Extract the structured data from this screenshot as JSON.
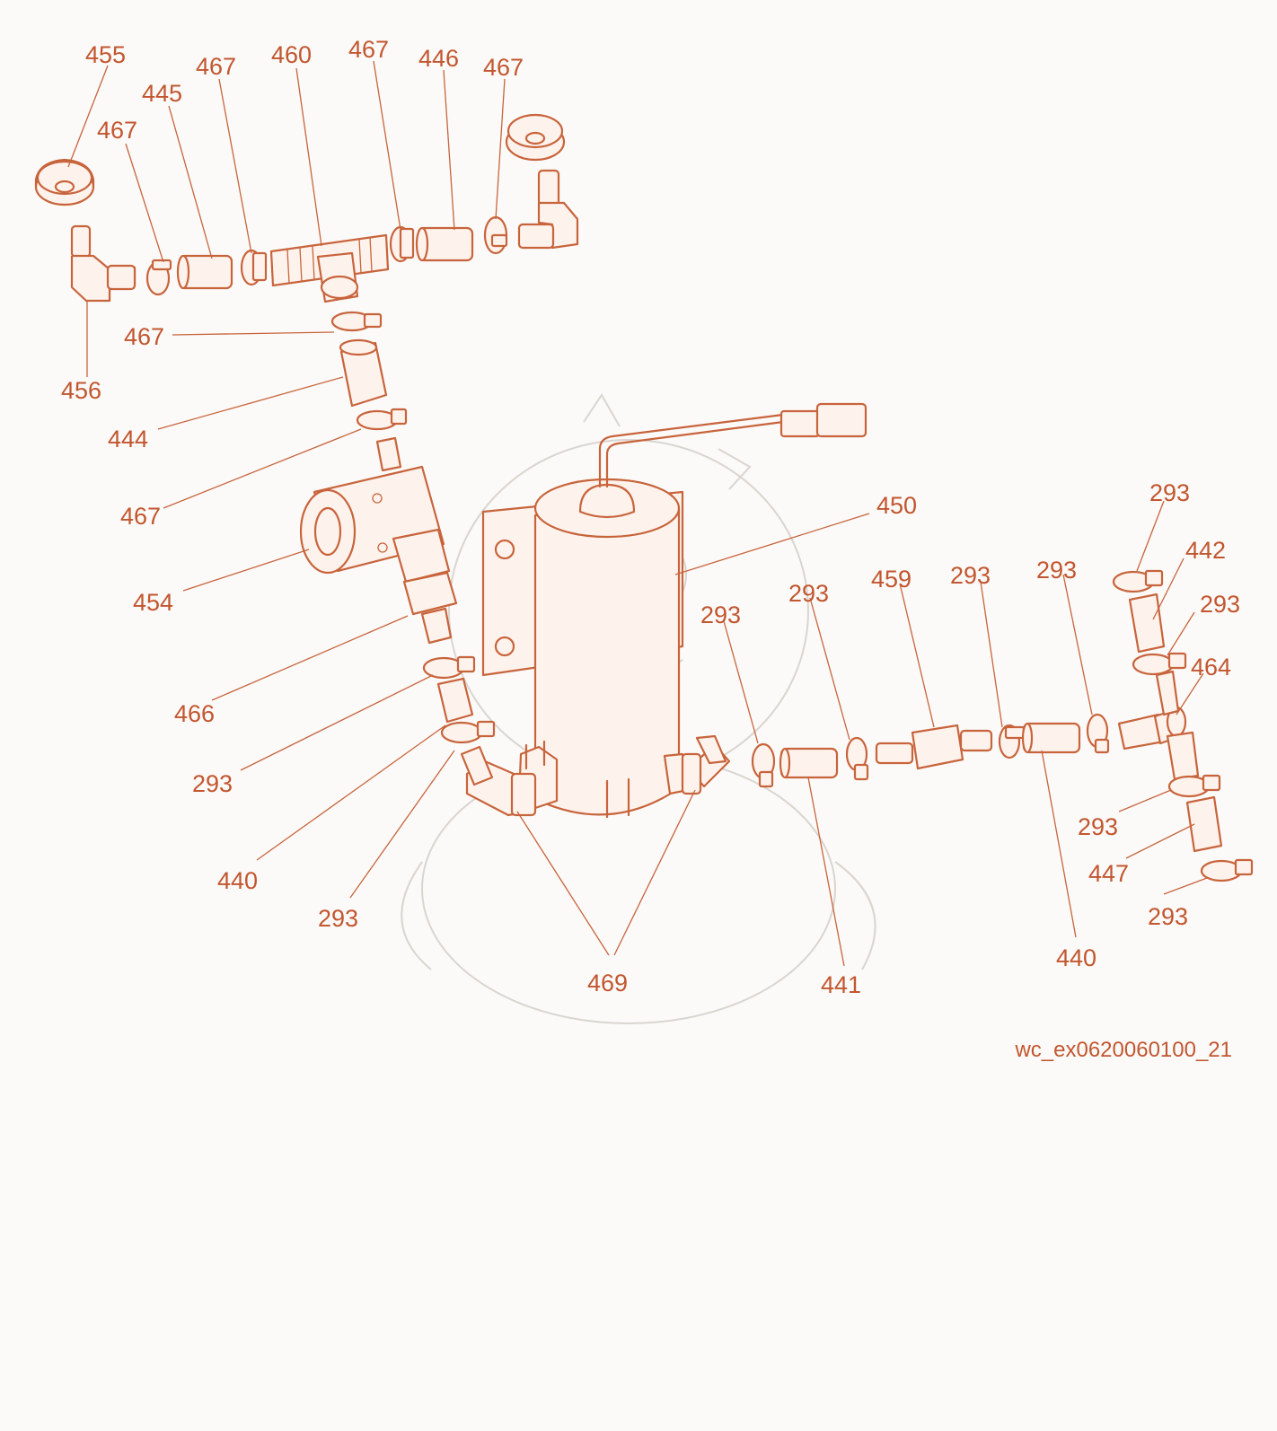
{
  "diagram": {
    "image_code": "wc_ex0620060100_21",
    "colors": {
      "line": "#c8643c",
      "text": "#c2562f",
      "background": "#fbfaf8",
      "watermark": "#d9d5cf"
    },
    "callouts": [
      {
        "id": "c-455a",
        "text": "455"
      },
      {
        "id": "c-467a",
        "text": "467"
      },
      {
        "id": "c-445",
        "text": "445"
      },
      {
        "id": "c-467b",
        "text": "467"
      },
      {
        "id": "c-460",
        "text": "460"
      },
      {
        "id": "c-467c",
        "text": "467"
      },
      {
        "id": "c-446",
        "text": "446"
      },
      {
        "id": "c-467d",
        "text": "467"
      },
      {
        "id": "c-456",
        "text": "456"
      },
      {
        "id": "c-467e",
        "text": "467"
      },
      {
        "id": "c-444",
        "text": "444"
      },
      {
        "id": "c-467f",
        "text": "467"
      },
      {
        "id": "c-454",
        "text": "454"
      },
      {
        "id": "c-466",
        "text": "466"
      },
      {
        "id": "c-293a",
        "text": "293"
      },
      {
        "id": "c-440a",
        "text": "440"
      },
      {
        "id": "c-293b",
        "text": "293"
      },
      {
        "id": "c-450",
        "text": "450"
      },
      {
        "id": "c-469",
        "text": "469"
      },
      {
        "id": "c-293c",
        "text": "293"
      },
      {
        "id": "c-293d",
        "text": "293"
      },
      {
        "id": "c-459",
        "text": "459"
      },
      {
        "id": "c-293e",
        "text": "293"
      },
      {
        "id": "c-293f",
        "text": "293"
      },
      {
        "id": "c-441",
        "text": "441"
      },
      {
        "id": "c-440b",
        "text": "440"
      },
      {
        "id": "c-293g",
        "text": "293"
      },
      {
        "id": "c-442",
        "text": "442"
      },
      {
        "id": "c-293h",
        "text": "293"
      },
      {
        "id": "c-464",
        "text": "464"
      },
      {
        "id": "c-293i",
        "text": "293"
      },
      {
        "id": "c-447",
        "text": "447"
      },
      {
        "id": "c-293j",
        "text": "293"
      }
    ]
  }
}
